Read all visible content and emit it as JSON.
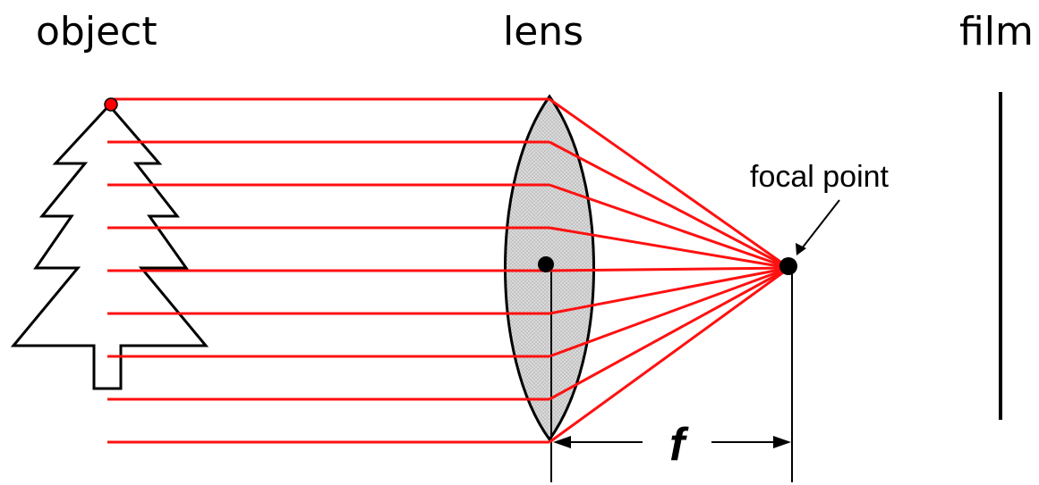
{
  "labels": {
    "object": "object",
    "lens": "lens",
    "film": "film",
    "focal_point": "focal point",
    "focal_length": "f"
  },
  "colors": {
    "ray": "#ff1010",
    "lens_fill": "#d4d4d4",
    "outline": "#000000",
    "object_point": "#ff0000"
  },
  "icons": {
    "object": "tree-icon"
  }
}
